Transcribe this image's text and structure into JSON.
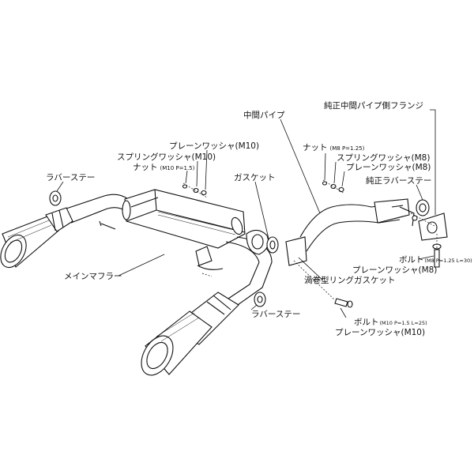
{
  "labels": {
    "flange_label": "純正中間パイプ側フランジ",
    "mid_pipe_label": "中間パイプ",
    "plain_washer_m10_top": "プレーンワッシャ(M10)",
    "spring_washer_m10": "スプリングワッシャ(M10)",
    "nut_m10": "ナット",
    "nut_m10_spec": "(M10 P=1.5)",
    "nut_m8": "ナット",
    "nut_m8_spec": "(M8 P=1.25)",
    "spring_washer_m8": "スプリングワッシャ(M8)",
    "plain_washer_m8_top": "プレーンワッシャ(M8)",
    "genuine_rubber_stay": "純正ラバーステー",
    "rubber_stay_left": "ラバーステー",
    "gasket_label": "ガスケット",
    "main_muffler": "メインマフラー",
    "bolt_m8": "ボルト",
    "bolt_m8_spec": "(M8 P=1.25 L=30)",
    "plain_washer_m8_bottom": "プレーンワッシャ(M8)",
    "ring_gasket": "渦巻型リングガスケット",
    "rubber_stay_bottom": "ラバーステー",
    "bolt_m10": "ボルト",
    "bolt_m10_spec": "(M10 P=1.5 L=25)",
    "plain_washer_m10_bottom": "プレーンワッシャ(M10)"
  }
}
